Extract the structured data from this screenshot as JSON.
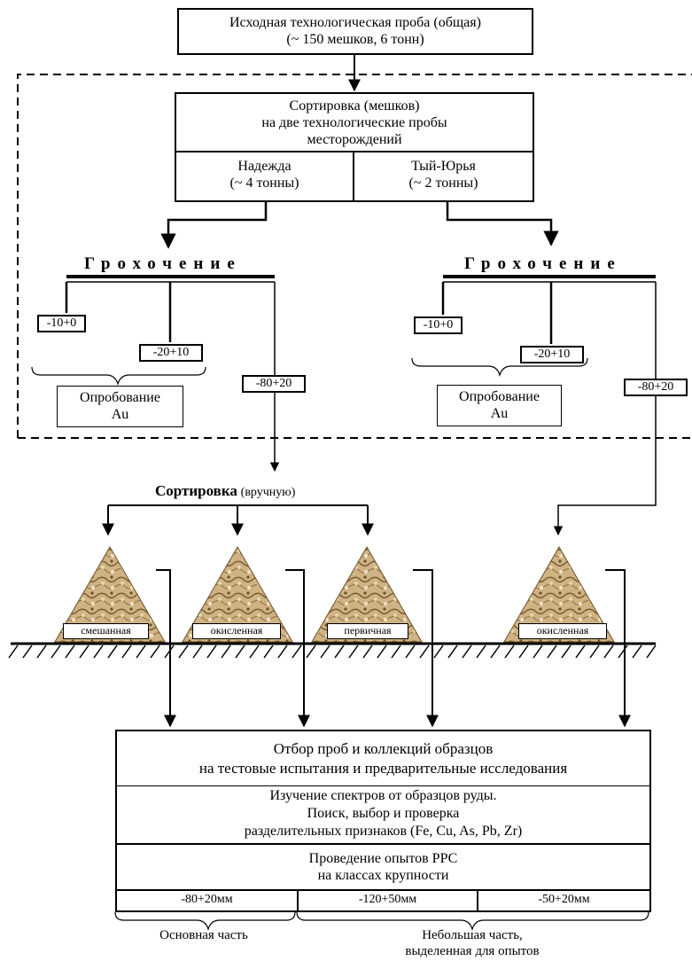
{
  "top_box": {
    "line1": "Исходная технологическая проба (общая)",
    "line2": "(~ 150 мешков, 6 тонн)"
  },
  "sort_box": {
    "line1": "Сортировка (мешков)",
    "line2": "на две технологические пробы",
    "line3": "месторождений"
  },
  "deposits": [
    {
      "name": "Надежда",
      "mass": "(~ 4 тонны)"
    },
    {
      "name": "Тый-Юрья",
      "mass": "(~ 2 тонны)"
    }
  ],
  "screening_label": "Грохочение",
  "fractions": [
    "-10+0",
    "-20+10",
    "-80+20"
  ],
  "sampling": {
    "line1": "Опробование",
    "line2": "Au"
  },
  "manual_sort": {
    "bold": "Сортировка",
    "normal": "(вручную)"
  },
  "piles": [
    "смешанная",
    "окисленная",
    "первичная",
    "окисленная"
  ],
  "bottom": {
    "box1": {
      "line1": "Отбор проб и коллекций образцов",
      "line2": "на тестовые испытания и предварительные исследования"
    },
    "box2": {
      "line1": "Изучение спектров от образцов руды.",
      "line2": "Поиск, выбор и проверка",
      "line3": "разделительных признаков (Fe, Cu, As, Pb, Zr)"
    },
    "box3": {
      "line1": "Проведение опытов РРС",
      "line2": "на классах крупности"
    },
    "classes": [
      "-80+20мм",
      "-120+50мм",
      "-50+20мм"
    ],
    "part_main": "Основная часть",
    "part_small": {
      "line1": "Небольшая часть,",
      "line2": "выделенная для опытов"
    }
  },
  "colors": {
    "line": "#000000",
    "pile_light": "#d9c29a",
    "pile_dark": "#8a6a3f"
  }
}
